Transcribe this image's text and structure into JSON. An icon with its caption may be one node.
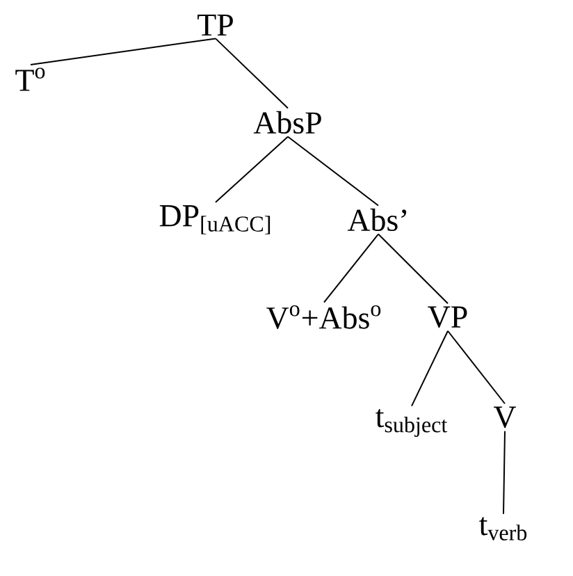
{
  "diagram": {
    "nodes": [
      {
        "text": [
          "TP"
        ]
      },
      {
        "text": [
          "T$^{o}$"
        ]
      },
      {
        "text": [
          "AbsP"
        ]
      },
      {
        "text": [
          "DP$_{[uACC]}$"
        ]
      },
      {
        "text": [
          "Abs’"
        ]
      },
      {
        "text": [
          "V$^{o}$+Abs$^{o}$"
        ]
      },
      {
        "text": [
          "VP"
        ]
      },
      {
        "text": [
          "t$_{subject}$"
        ]
      },
      {
        "text": [
          "V"
        ]
      },
      {
        "text": [
          "t$_{verb}$"
        ]
      }
    ],
    "edges": [
      {
        "from": 0,
        "to": 1,
        "arrow": "none"
      },
      {
        "from": 0,
        "to": 2,
        "arrow": "none"
      },
      {
        "from": 2,
        "to": 3,
        "arrow": "none"
      },
      {
        "from": 2,
        "to": 4,
        "arrow": "none"
      },
      {
        "from": 4,
        "to": 5,
        "arrow": "none"
      },
      {
        "from": 4,
        "to": 6,
        "arrow": "none"
      },
      {
        "from": 6,
        "to": 7,
        "arrow": "none"
      },
      {
        "from": 6,
        "to": 8,
        "arrow": "none"
      },
      {
        "from": 8,
        "to": 9,
        "arrow": "none"
      }
    ]
  }
}
